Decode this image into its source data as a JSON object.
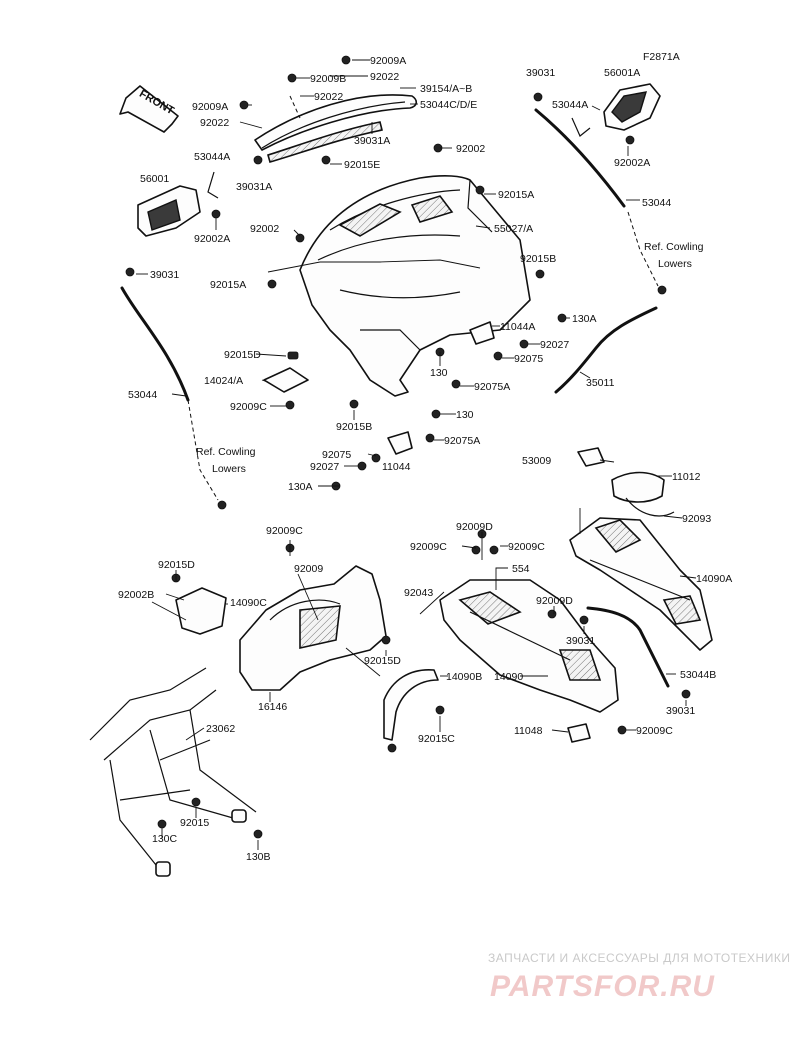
{
  "diagram_id": "F2871A",
  "front_arrow_label": "FRONT",
  "ref_notes": {
    "right": [
      "Ref. Cowling",
      "Lowers"
    ],
    "left": [
      "Ref. Cowling",
      "Lowers"
    ]
  },
  "labels": {
    "l_92009A_top": "92009A",
    "l_92009B": "92009B",
    "l_92022_a": "92022",
    "l_92022_b": "92022",
    "l_92009A_left": "92009A",
    "l_92022_left": "92022",
    "l_39154": "39154/A~B",
    "l_53044CDE": "53044C/D/E",
    "l_39031A_mid": "39031A",
    "l_53044A_left": "53044A",
    "l_39031A_left": "39031A",
    "l_92015E": "92015E",
    "l_92002_top": "92002",
    "l_56001": "56001",
    "l_92002A_left": "92002A",
    "l_92015A_r": "92015A",
    "l_92002_mid": "92002",
    "l_55027": "55027/A",
    "l_92015B_r": "92015B",
    "l_39031_left": "39031",
    "l_92015A_left": "92015A",
    "l_39031_right": "39031",
    "l_56001A": "56001A",
    "l_53044A_right": "53044A",
    "l_92002A_right": "92002A",
    "l_53044_right": "53044",
    "l_130A_r": "130A",
    "l_11044A": "11044A",
    "l_92027_r": "92027",
    "l_130_r": "130",
    "l_92075_r": "92075",
    "l_92075A_r": "92075A",
    "l_35011": "35011",
    "l_92015D_a": "92015D",
    "l_14024": "14024/A",
    "l_92009C_a": "92009C",
    "l_53044_left": "53044",
    "l_92015B_mid": "92015B",
    "l_130_mid": "130",
    "l_92075_mid": "92075",
    "l_92075A_mid": "92075A",
    "l_92027_mid": "92027",
    "l_11044": "11044",
    "l_130A_mid": "130A",
    "l_53009": "53009",
    "l_11012": "11012",
    "l_92093": "92093",
    "l_92009C_b": "92009C",
    "l_92009D_a": "92009D",
    "l_92009C_c": "92009C",
    "l_92009C_d": "92009C",
    "l_14090A": "14090A",
    "l_554": "554",
    "l_92015D_b": "92015D",
    "l_92009_mid": "92009",
    "l_92002B": "92002B",
    "l_14090C": "14090C",
    "l_92043": "92043",
    "l_92009D_b": "92009D",
    "l_39031_low": "39031",
    "l_53044B": "53044B",
    "l_92015D_c": "92015D",
    "l_14090B": "14090B",
    "l_14090": "14090",
    "l_39031_low2": "39031",
    "l_16146": "16146",
    "l_92015C": "92015C",
    "l_11048": "11048",
    "l_92009C_e": "92009C",
    "l_23062": "23062",
    "l_92015": "92015",
    "l_130C": "130C",
    "l_130B": "130B"
  },
  "watermark": {
    "top": "ЗАПЧАСТИ И АКСЕССУАРЫ ДЛЯ МОТОТЕХНИКИ",
    "main": "PARTSFOR.RU"
  },
  "colors": {
    "line": "#111111",
    "watermark_main": "#f1c9c9",
    "watermark_top": "#c9c9c9"
  }
}
